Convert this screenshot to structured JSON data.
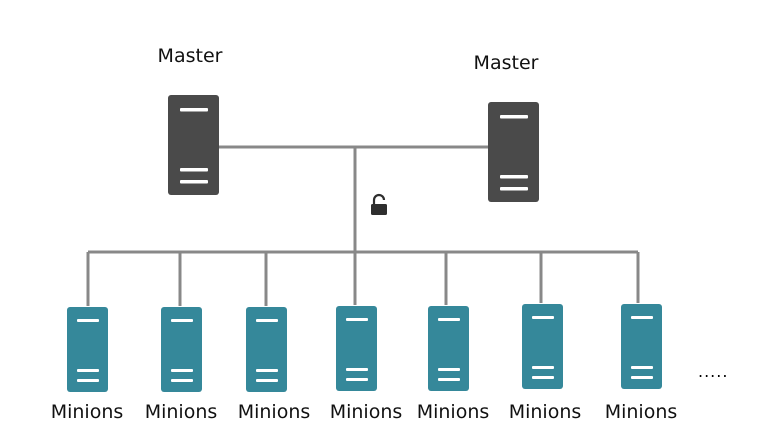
{
  "masters": [
    {
      "label": "Master"
    },
    {
      "label": "Master"
    }
  ],
  "minions": [
    {
      "label": "Minions"
    },
    {
      "label": "Minions"
    },
    {
      "label": "Minions"
    },
    {
      "label": "Minions"
    },
    {
      "label": "Minions"
    },
    {
      "label": "Minions"
    },
    {
      "label": "Minions"
    }
  ],
  "more_indicator": ".....",
  "colors": {
    "master": "#4a4a4a",
    "minion": "#35889a",
    "connector": "#888888",
    "server_stripe": "#ffffff",
    "lock": "#2e2e2e"
  },
  "icons": {
    "master_server": "server-icon",
    "minion_server": "server-icon",
    "connection": "lock-icon"
  }
}
